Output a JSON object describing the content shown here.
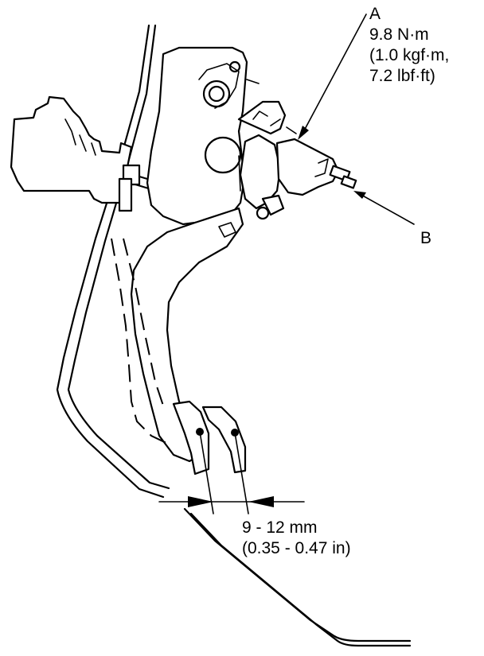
{
  "callout_a": {
    "letter": "A",
    "torque_nm": "9.8 N·m",
    "torque_kgf": "(1.0 kgf·m,",
    "torque_lbf": "7.2 lbf·ft)"
  },
  "callout_b": {
    "letter": "B"
  },
  "measurement": {
    "range_mm": "9 - 12 mm",
    "range_in": "(0.35 - 0.47 in)"
  }
}
